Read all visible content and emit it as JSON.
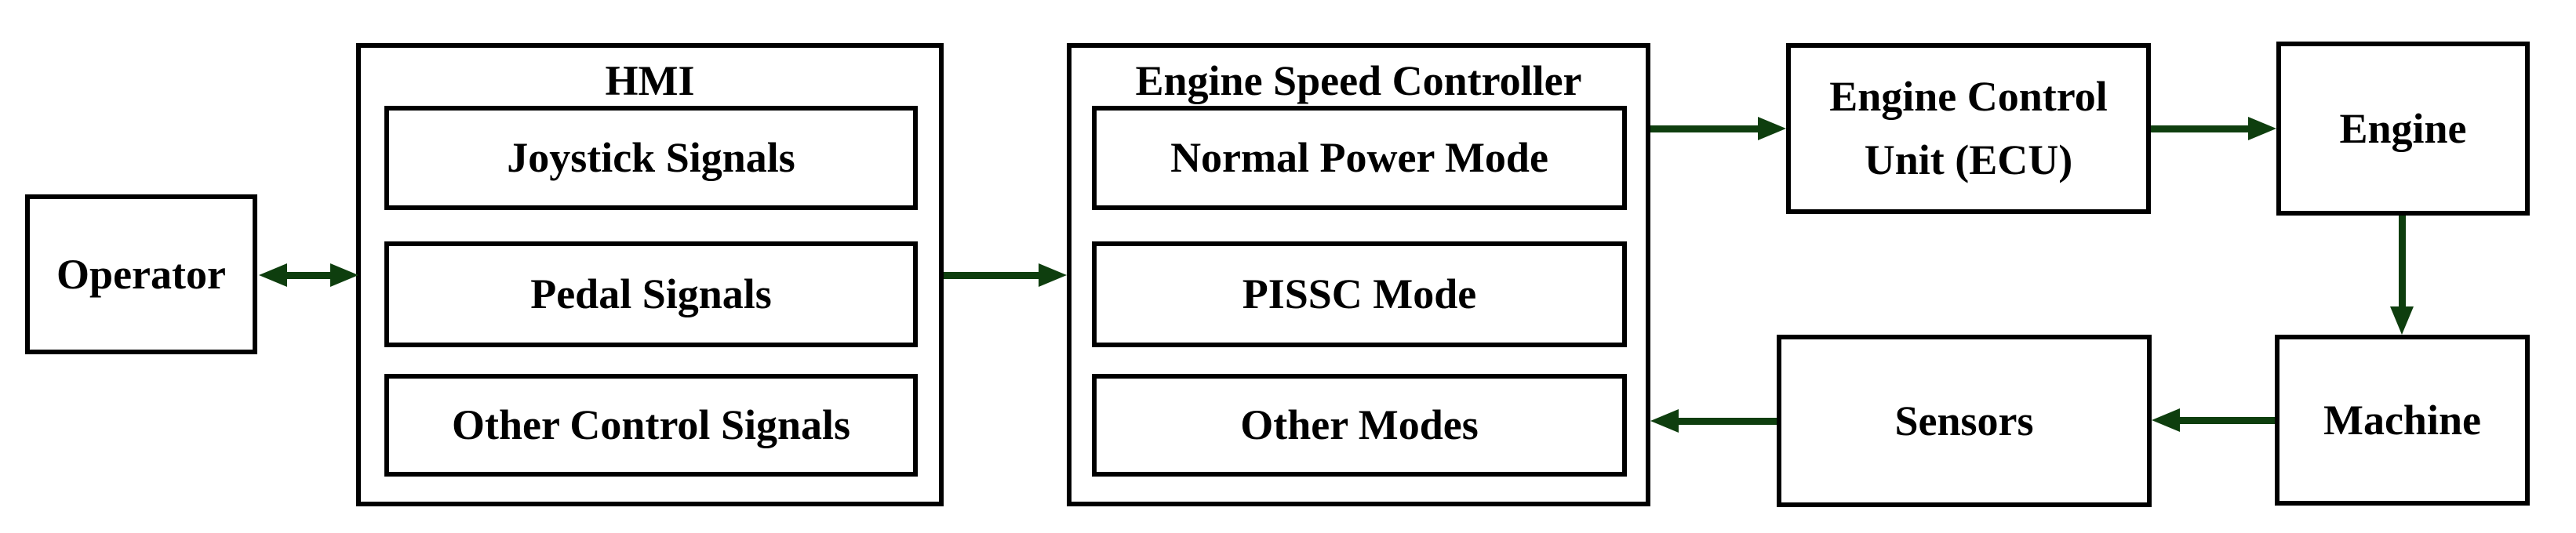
{
  "diagram": {
    "type": "block-diagram",
    "colors": {
      "background": "#ffffff",
      "border": "#000000",
      "text": "#000000",
      "arrow": "#0e3e0e"
    },
    "nodes": {
      "operator": {
        "label": "Operator"
      },
      "hmi": {
        "title": "HMI",
        "items": [
          "Joystick Signals",
          "Pedal Signals",
          "Other Control Signals"
        ]
      },
      "engine_speed_controller": {
        "title": "Engine Speed Controller",
        "items": [
          "Normal Power Mode",
          "PISSC Mode",
          "Other Modes"
        ]
      },
      "ecu": {
        "label_lines": [
          "Engine Control",
          "Unit (ECU)"
        ]
      },
      "engine": {
        "label": "Engine"
      },
      "machine": {
        "label": "Machine"
      },
      "sensors": {
        "label": "Sensors"
      }
    },
    "edges": [
      {
        "from": "operator",
        "to": "hmi",
        "direction": "bidirectional"
      },
      {
        "from": "hmi",
        "to": "engine_speed_controller",
        "direction": "forward"
      },
      {
        "from": "engine_speed_controller",
        "to": "ecu",
        "direction": "forward"
      },
      {
        "from": "ecu",
        "to": "engine",
        "direction": "forward"
      },
      {
        "from": "engine",
        "to": "machine",
        "direction": "forward"
      },
      {
        "from": "machine",
        "to": "sensors",
        "direction": "forward"
      },
      {
        "from": "sensors",
        "to": "engine_speed_controller",
        "direction": "forward"
      }
    ]
  }
}
